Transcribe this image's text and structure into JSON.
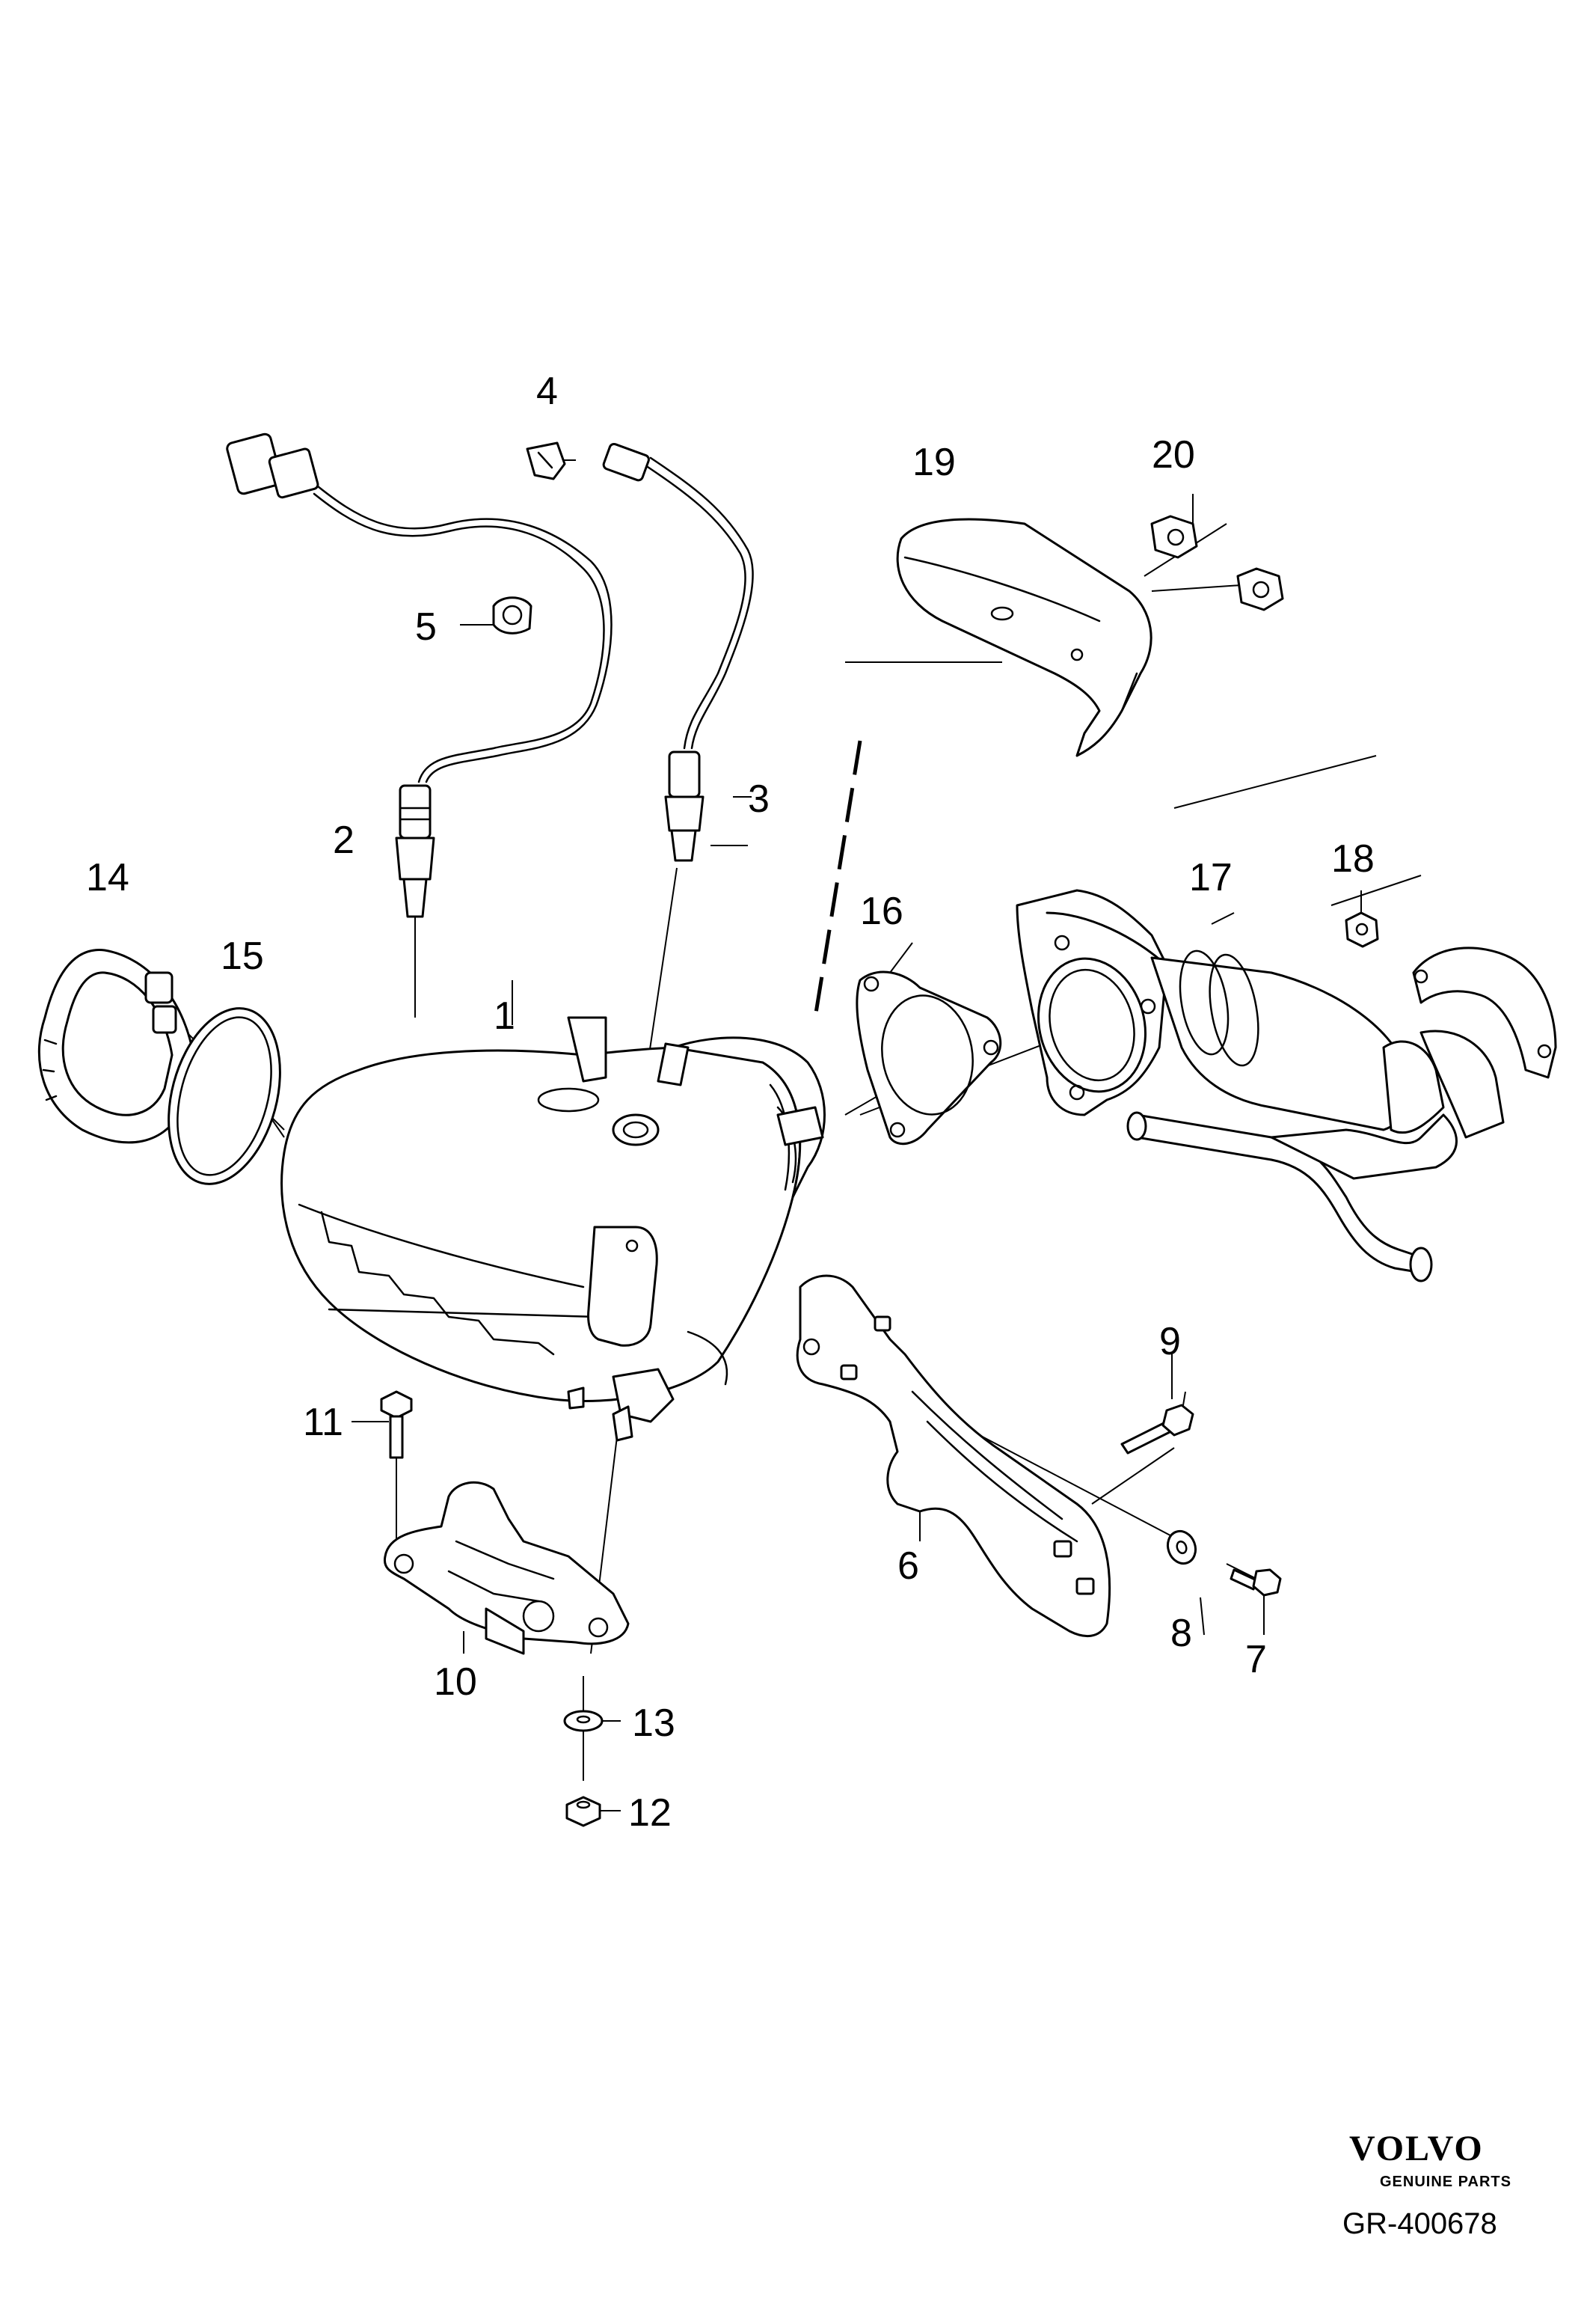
{
  "callouts": {
    "c1": "1",
    "c2": "2",
    "c3": "3",
    "c4": "4",
    "c5": "5",
    "c6": "6",
    "c7": "7",
    "c8": "8",
    "c9": "9",
    "c10": "10",
    "c11": "11",
    "c12": "12",
    "c13": "13",
    "c14": "14",
    "c15": "15",
    "c16": "16",
    "c17": "17",
    "c18": "18",
    "c19": "19",
    "c20": "20"
  },
  "brand": {
    "name": "VOLVO",
    "subtitle": "GENUINE PARTS"
  },
  "reference": "GR-400678"
}
